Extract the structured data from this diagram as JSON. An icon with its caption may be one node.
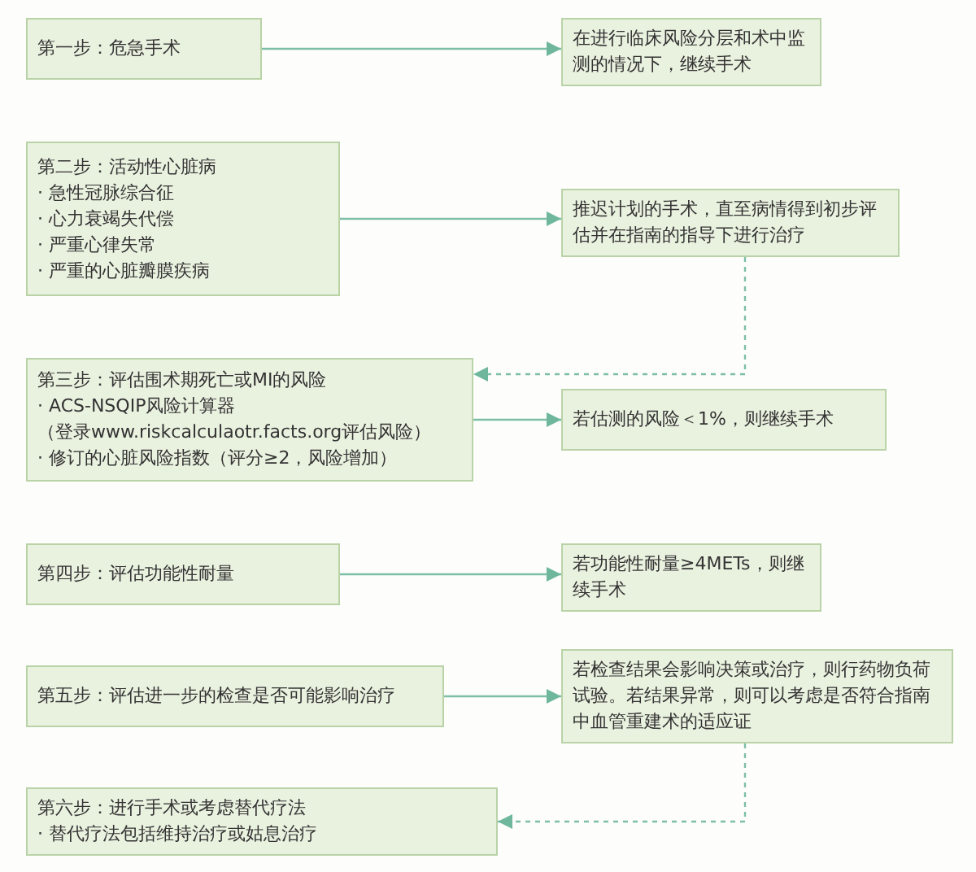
{
  "diagram": {
    "nodes": [
      {
        "text": [
          "第一步：危急手术"
        ]
      },
      {
        "text": [
          "在进行临床风险分层和术中监测的情况下，继续手术"
        ]
      },
      {
        "text": [
          "第二步：活动性心脏病",
          "· 急性冠脉综合征",
          "· 心力衰竭失代偿",
          "· 严重心律失常",
          "· 严重的心脏瓣膜疾病"
        ]
      },
      {
        "text": [
          "推迟计划的手术，直至病情得到初步评估并在指南的指导下进行治疗"
        ]
      },
      {
        "text": [
          "第三步：评估围术期死亡或MI的风险",
          "· ACS-NSQIP风险计算器",
          "（登录www.riskcalculaotr.facts.org评估风险）",
          "· 修订的心脏风险指数（评分≥2，风险增加）"
        ]
      },
      {
        "text": [
          "若估测的风险＜1%，则继续手术"
        ]
      },
      {
        "text": [
          "第四步：评估功能性耐量"
        ]
      },
      {
        "text": [
          "若功能性耐量≥4METs，则继续手术"
        ]
      },
      {
        "text": [
          "第五步：评估进一步的检查是否可能影响治疗"
        ]
      },
      {
        "text": [
          "若检查结果会影响决策或治疗，则行药物负荷试验。若结果异常，则可以考虑是否符合指南中血管重建术的适应证"
        ]
      },
      {
        "text": [
          "第六步：进行手术或考虑替代疗法",
          "· 替代疗法包括维持治疗或姑息治疗"
        ]
      }
    ],
    "edges": [
      {
        "from": 0,
        "to": 1,
        "arrow": "to"
      },
      {
        "from": 2,
        "to": 3,
        "arrow": "to"
      },
      {
        "from": 3,
        "to": 4,
        "arrow": "to",
        "style": "dashed"
      },
      {
        "from": 4,
        "to": 5,
        "arrow": "to"
      },
      {
        "from": 6,
        "to": 7,
        "arrow": "to"
      },
      {
        "from": 8,
        "to": 9,
        "arrow": "to"
      },
      {
        "from": 9,
        "to": 10,
        "arrow": "to",
        "style": "dashed"
      }
    ]
  }
}
